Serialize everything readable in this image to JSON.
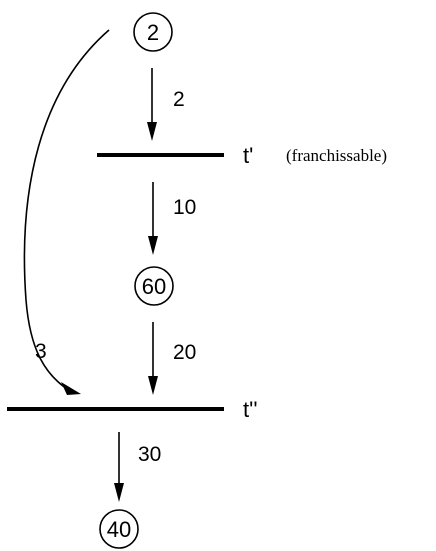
{
  "places": {
    "top": "2",
    "middle": "60",
    "bottom": "40"
  },
  "transitions": {
    "first": "t'",
    "first_note": "(franchissable)",
    "second": "t''"
  },
  "weights": {
    "top_to_first": "2",
    "first_to_middle": "10",
    "middle_to_second": "20",
    "top_to_second": "3",
    "second_to_bottom": "30"
  }
}
